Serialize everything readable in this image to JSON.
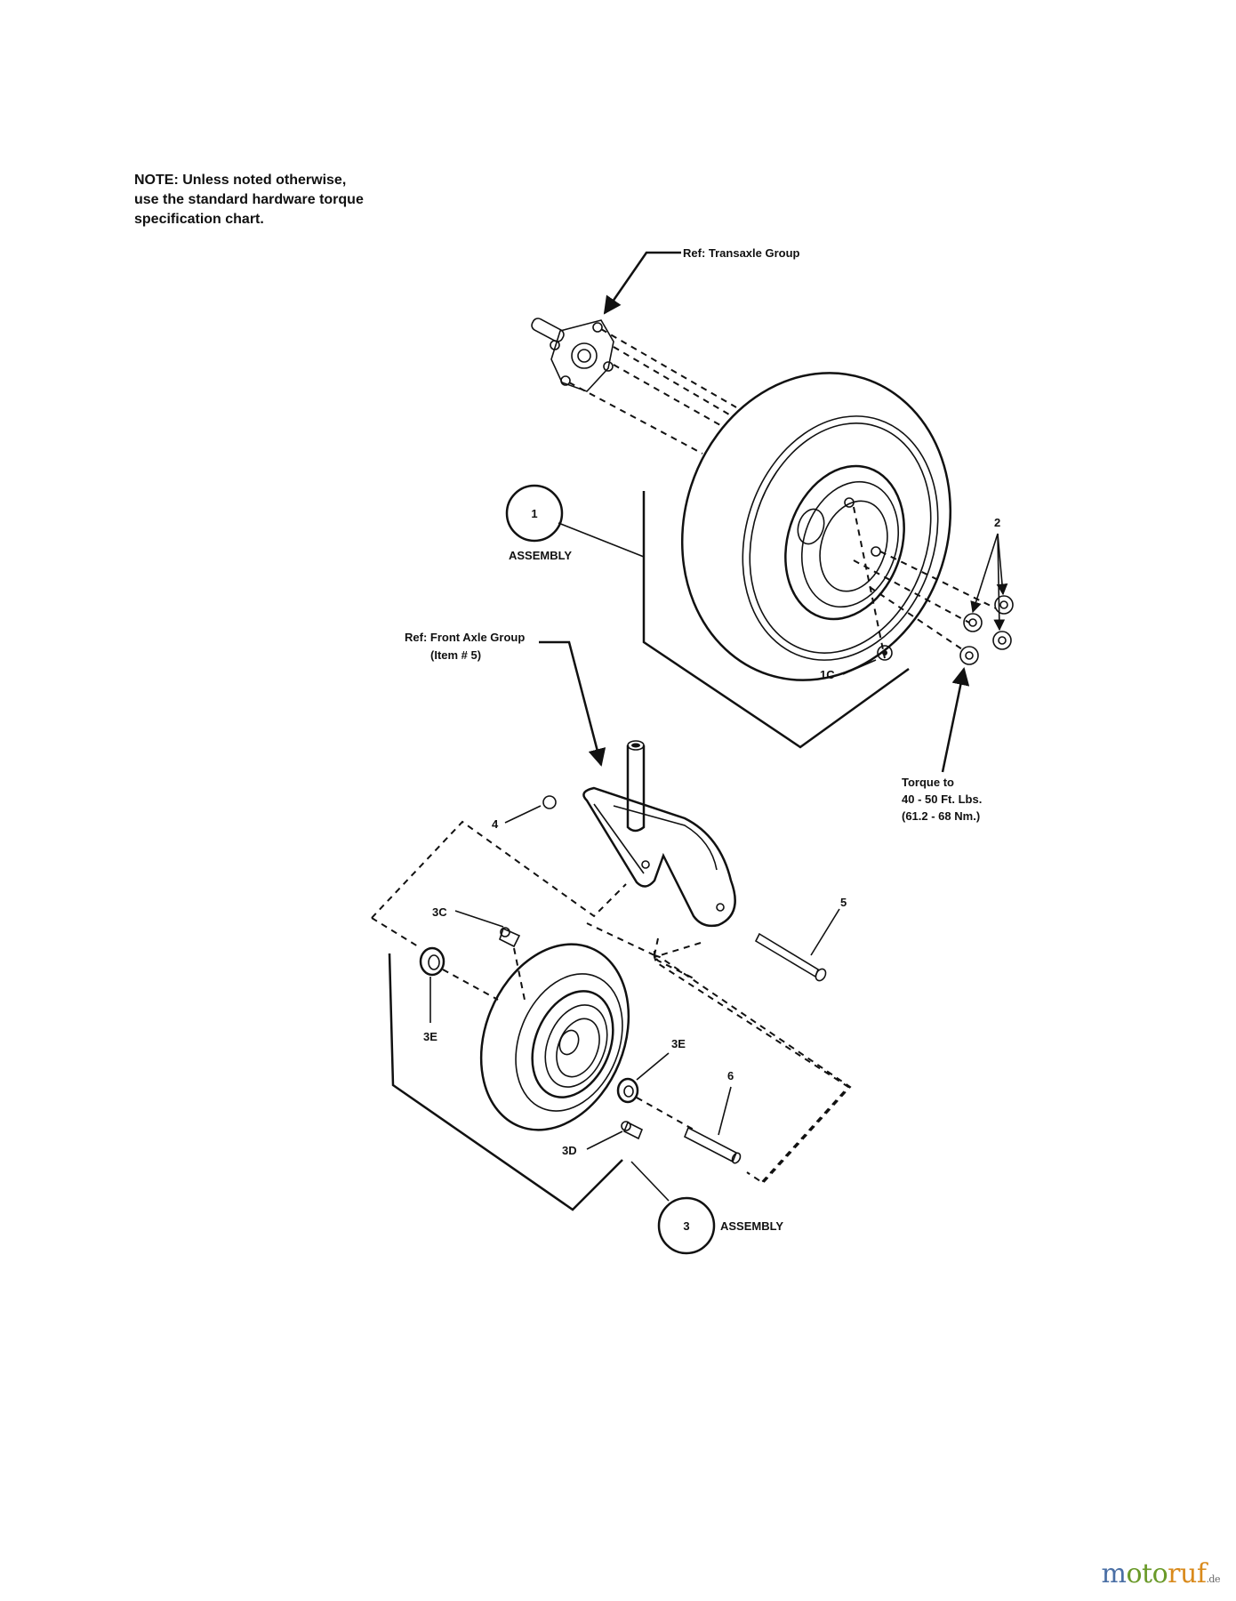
{
  "note": {
    "line1": "NOTE: Unless noted otherwise,",
    "line2": "use the standard hardware torque",
    "line3": "specification chart."
  },
  "labels": {
    "ref_transaxle": "Ref: Transaxle Group",
    "item1_num": "1",
    "item1_word": "ASSEMBLY",
    "item2": "2",
    "item1c": "1C",
    "ref_front_axle": "Ref: Front Axle Group",
    "ref_front_axle_item": "(Item # 5)",
    "torque_line1": "Torque to",
    "torque_line2": "40 - 50 Ft. Lbs.",
    "torque_line3": "(61.2 - 68 Nm.)",
    "item4": "4",
    "item5": "5",
    "item3c": "3C",
    "item3e_left": "3E",
    "item3e_right": "3E",
    "item6": "6",
    "item3d": "3D",
    "item3_num": "3",
    "item3_word": "ASSEMBLY"
  },
  "brand": {
    "name_m": "m",
    "name_oto": "oto",
    "name_ruf": "ruf",
    "tld": ".de"
  },
  "colors": {
    "brand_blue": "#4a6fa5",
    "brand_green": "#6a9a2a",
    "brand_orange": "#d98a1c",
    "line": "#111111"
  }
}
